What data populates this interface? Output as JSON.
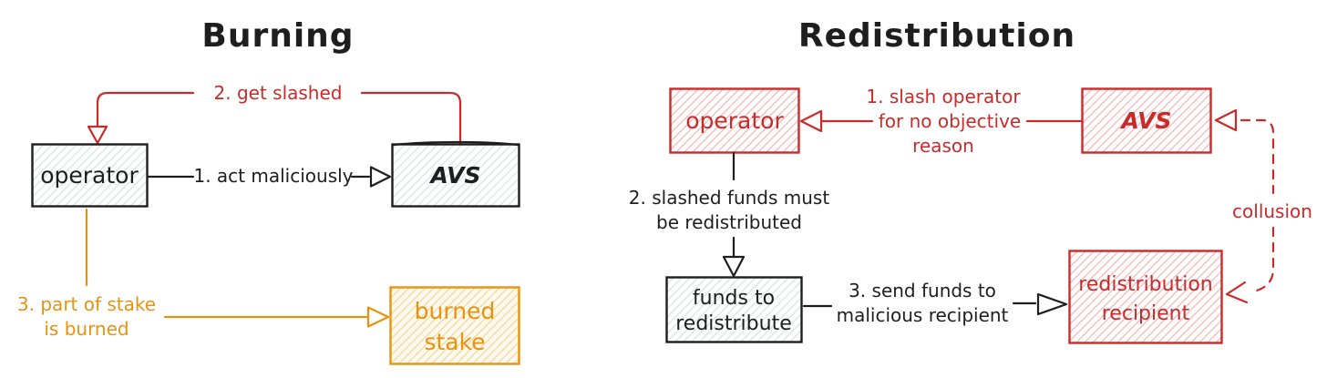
{
  "colors": {
    "ink": "#1e1e1e",
    "red": "#c92a2a",
    "orange": "#e8930f",
    "gray_hatch": "#dde3ea",
    "red_hatch": "#f2bebe",
    "orange_hatch": "#f2d9a6",
    "cream_fill": "#fffaee",
    "background": "#ffffff"
  },
  "burning": {
    "title": "Burning",
    "operator_label": "operator",
    "avs_label": "AVS",
    "burned_stake_label": [
      "burned",
      "stake"
    ],
    "edge_get_slashed": "2. get slashed",
    "edge_act_maliciously": "1. act maliciously",
    "edge_stake_burned": [
      "3. part of stake",
      "is burned"
    ]
  },
  "redistribution": {
    "title": "Redistribution",
    "operator_label": "operator",
    "avs_label": "AVS",
    "funds_label": [
      "funds to",
      "redistribute"
    ],
    "recipient_label": [
      "redistribution",
      "recipient"
    ],
    "edge_slash": [
      "1. slash operator",
      "for no objective",
      "reason"
    ],
    "edge_redistribute": [
      "2. slashed funds must",
      "be redistributed"
    ],
    "edge_send": [
      "3. send funds to",
      "malicious recipient"
    ],
    "edge_collusion": "collusion"
  }
}
